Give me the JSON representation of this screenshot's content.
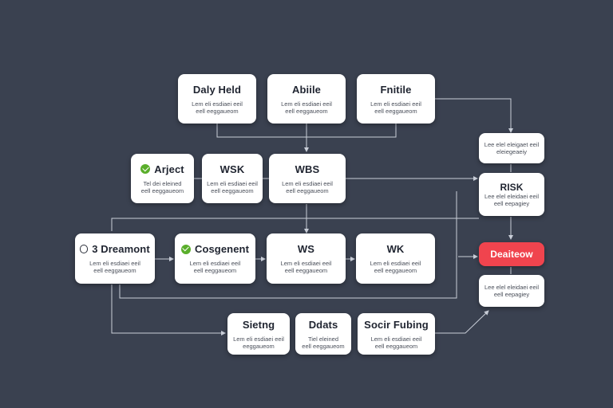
{
  "nodes": {
    "daily_held": {
      "title": "Daly Held",
      "desc": "Lem eli esdiaei eeil\neell eeggaueom"
    },
    "abiile": {
      "title": "Abiile",
      "desc": "Lem eli esdiaei eeil\neell eeggaueom"
    },
    "fnitile": {
      "title": "Fnitile",
      "desc": "Lem eli esdiaei eeil\neell eeggaueom"
    },
    "arject": {
      "title": "Arject",
      "icon": "check-circle-icon",
      "desc": "Tel dei eleined\neell eeggaueom"
    },
    "wsk": {
      "title": "WSK",
      "desc": "Lem eli esdiaei eeil\neell eeggaueom"
    },
    "wbs": {
      "title": "WBS",
      "desc": "Lem eli esdiaei eeil\neell eeggaueom"
    },
    "top_note": {
      "desc": "Lee elel eleigaet eeil\neleiegeaeiy"
    },
    "risk": {
      "title": "RISK",
      "desc": "Lee elel eleidaei eeil\neell eepagiey"
    },
    "dreamont": {
      "title": "3 Dreamont",
      "icon": "document-icon",
      "desc": "Lem eli esdiaei eeil\neell eeggaueom"
    },
    "cosgenent": {
      "title": "Cosgenent",
      "icon": "check-circle-icon",
      "desc": "Lem eli esdiaei eeil\neell eeggaueom"
    },
    "ws": {
      "title": "WS",
      "desc": "Lem eli esdiaei eeil\neell eeggaueom"
    },
    "wk": {
      "title": "WK",
      "desc": "Lem eli esdiaei eeil\neell eeggaueom"
    },
    "deaiteow": {
      "title": "Deaiteow"
    },
    "bottom_note": {
      "desc": "Lee elel eleidaei eeil\neell eepagiey"
    },
    "sietng": {
      "title": "Sietng",
      "desc": "Lem eli esdiaei eeil\neeggaueom"
    },
    "dbdats": {
      "title": "Ddats",
      "desc": "Tiel eleined\neell eeggaueom"
    },
    "socir_fubing": {
      "title": "Socir Fubing",
      "desc": "Lem eli esdiaei eeil\neell eeggaueom"
    }
  },
  "colors": {
    "background": "#3a4150",
    "line": "#c9ced8",
    "alert": "#f0444e",
    "check": "#5aae2b"
  }
}
